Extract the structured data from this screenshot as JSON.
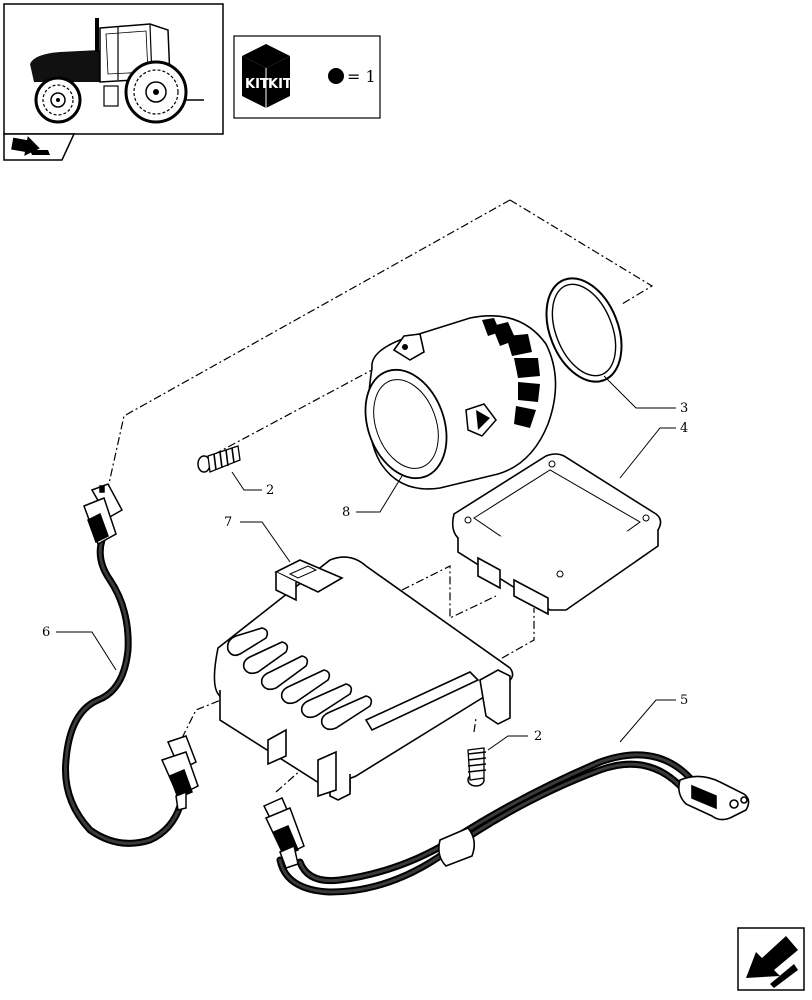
{
  "legend": {
    "kit_label": "KIT",
    "equals_text": "= 1"
  },
  "callouts": [
    {
      "id": "3",
      "label": "3"
    },
    {
      "id": "4",
      "label": "4"
    },
    {
      "id": "2a",
      "label": "2"
    },
    {
      "id": "8",
      "label": "8"
    },
    {
      "id": "7",
      "label": "7"
    },
    {
      "id": "6",
      "label": "6"
    },
    {
      "id": "5",
      "label": "5"
    },
    {
      "id": "2b",
      "label": "2"
    }
  ],
  "icons": {
    "tractor": "tractor-thumbnail-icon",
    "kit_box": "kit-box-icon",
    "bullet": "filled-circle-icon",
    "nav_back": "previous-page-arrow-icon",
    "nav_next": "next-page-arrow-icon"
  }
}
